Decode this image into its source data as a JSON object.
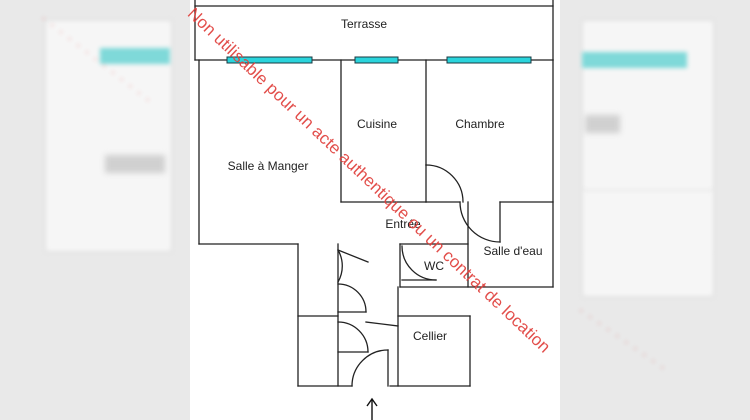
{
  "plan": {
    "rooms": {
      "terrasse": "Terrasse",
      "cuisine": "Cuisine",
      "chambre": "Chambre",
      "salle_a_manger": "Salle à Manger",
      "entree": "Entrée",
      "salle_d_eau": "Salle d'eau",
      "wc": "WC",
      "cellier": "Cellier"
    }
  },
  "watermark": {
    "text": "Non utilisable pour un acte authentique ou un contrat de location"
  },
  "colors": {
    "wall": "#222222",
    "window": "#2ad4dc",
    "watermark": "#e0403c",
    "background": "#ffffff",
    "side_panels": "#e9e9e9"
  }
}
